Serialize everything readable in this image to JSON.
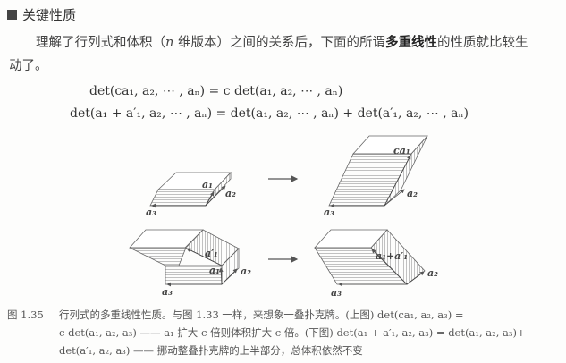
{
  "section": {
    "title": "关键性质"
  },
  "paragraph": {
    "line1_a": "理解了行列式和体积（",
    "line1_n": "n",
    "line1_b": " 维版本）之间的关系后，下面的所谓",
    "line1_bold": "多重线性",
    "line1_c": "的性质就比较生",
    "line2": "动了。"
  },
  "equations": [
    "det(ca₁, a₂, ⋯ , aₙ) = c det(a₁, a₂, ⋯ , aₙ)",
    "det(a₁ + a′₁, a₂, ⋯ , aₙ) = det(a₁, a₂, ⋯ , aₙ) + det(a′₁, a₂, ⋯ , aₙ)"
  ],
  "figure": {
    "labels": {
      "a1": "a₁",
      "a2": "a₂",
      "a3": "a₃",
      "ca1": "ca₁",
      "a1p": "a′₁",
      "a1_plus_a1p": "a₁+a′₁"
    }
  },
  "caption": {
    "number": "图 1.35",
    "line1": "行列式的多重线性性质。与图 1.33 一样，来想象一叠扑克牌。(上图) det(ca₁, a₂, a₃)  =",
    "line2": "c det(a₁, a₂, a₃) —— a₁ 扩大 c 倍则体积扩大 c 倍。(下图) det(a₁ + a′₁, a₂, a₃) = det(a₁, a₂, a₃)+",
    "line3": "det(a′₁, a₂, a₃) —— 挪动整叠扑克牌的上半部分，总体积依然不变"
  }
}
